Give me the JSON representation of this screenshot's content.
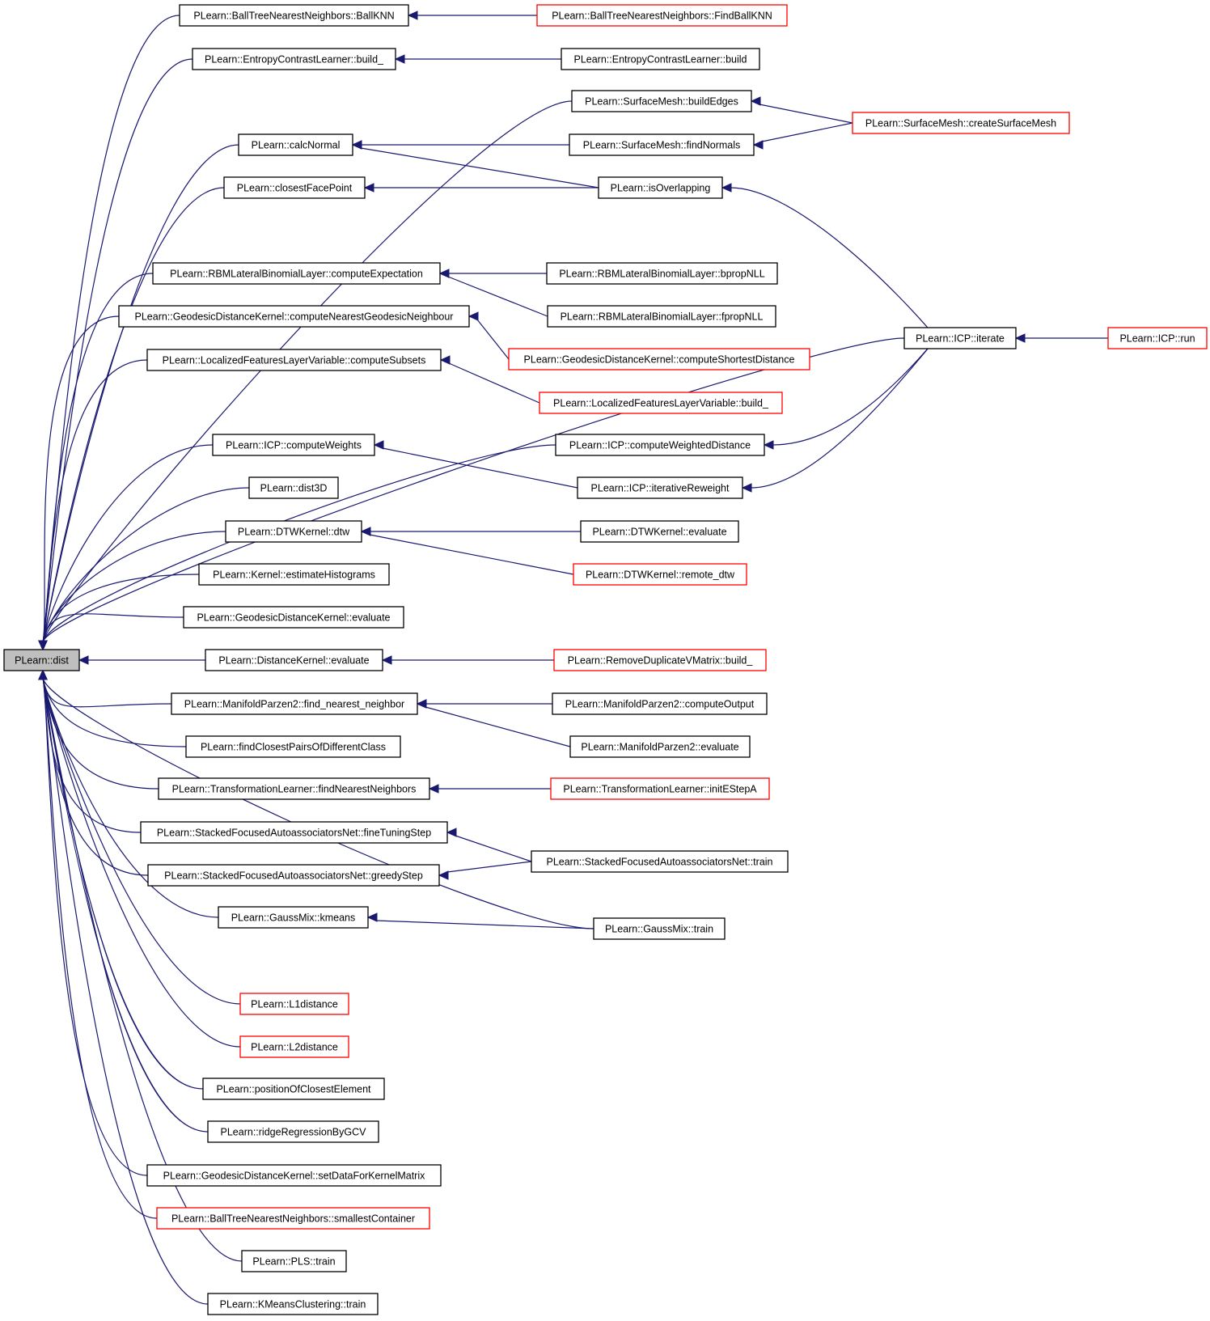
{
  "colors": {
    "edge": "#191970",
    "node_border": "#000000",
    "truncated_border": "#ff0000",
    "root_fill": "#bfbfbf"
  },
  "nodes": {
    "dist": {
      "label": "PLearn::dist"
    },
    "ballknn": {
      "label": "PLearn::BallTreeNearestNeighbors::BallKNN"
    },
    "findballknn": {
      "label": "PLearn::BallTreeNearestNeighbors::FindBallKNN",
      "truncated": true
    },
    "ecl_build_": {
      "label": "PLearn::EntropyContrastLearner::build_"
    },
    "ecl_build": {
      "label": "PLearn::EntropyContrastLearner::build"
    },
    "buildedges": {
      "label": "PLearn::SurfaceMesh::buildEdges"
    },
    "createsurfacemesh": {
      "label": "PLearn::SurfaceMesh::createSurfaceMesh",
      "truncated": true
    },
    "calcnormal": {
      "label": "PLearn::calcNormal"
    },
    "findnormals": {
      "label": "PLearn::SurfaceMesh::findNormals"
    },
    "closestfacepoint": {
      "label": "PLearn::closestFacePoint"
    },
    "isoverlapping": {
      "label": "PLearn::isOverlapping"
    },
    "computeexpectation": {
      "label": "PLearn::RBMLateralBinomialLayer::computeExpectation"
    },
    "bpropnll": {
      "label": "PLearn::RBMLateralBinomialLayer::bpropNLL"
    },
    "fpropnll": {
      "label": "PLearn::RBMLateralBinomialLayer::fpropNLL"
    },
    "computenearestgeo": {
      "label": "PLearn::GeodesicDistanceKernel::computeNearestGeodesicNeighbour"
    },
    "computeshortest": {
      "label": "PLearn::GeodesicDistanceKernel::computeShortestDistance",
      "truncated": true
    },
    "icp_iterate": {
      "label": "PLearn::ICP::iterate"
    },
    "icp_run": {
      "label": "PLearn::ICP::run",
      "truncated": true
    },
    "computesubsets": {
      "label": "PLearn::LocalizedFeaturesLayerVariable::computeSubsets"
    },
    "lflv_build_": {
      "label": "PLearn::LocalizedFeaturesLayerVariable::build_",
      "truncated": true
    },
    "computeweighteddistance": {
      "label": "PLearn::ICP::computeWeightedDistance"
    },
    "computeweights": {
      "label": "PLearn::ICP::computeWeights"
    },
    "iterativereweight": {
      "label": "PLearn::ICP::iterativeReweight"
    },
    "dist3d": {
      "label": "PLearn::dist3D"
    },
    "dtw": {
      "label": "PLearn::DTWKernel::dtw"
    },
    "dtw_evaluate": {
      "label": "PLearn::DTWKernel::evaluate"
    },
    "remote_dtw": {
      "label": "PLearn::DTWKernel::remote_dtw",
      "truncated": true
    },
    "estimatehistograms": {
      "label": "PLearn::Kernel::estimateHistograms"
    },
    "gdk_evaluate": {
      "label": "PLearn::GeodesicDistanceKernel::evaluate"
    },
    "dk_evaluate": {
      "label": "PLearn::DistanceKernel::evaluate"
    },
    "rdvm_build_": {
      "label": "PLearn::RemoveDuplicateVMatrix::build_",
      "truncated": true
    },
    "findnearestneighbor": {
      "label": "PLearn::ManifoldParzen2::find_nearest_neighbor"
    },
    "mp2_computeoutput": {
      "label": "PLearn::ManifoldParzen2::computeOutput"
    },
    "mp2_evaluate": {
      "label": "PLearn::ManifoldParzen2::evaluate"
    },
    "findclosestpairs": {
      "label": "PLearn::findClosestPairsOfDifferentClass"
    },
    "tl_findnearest": {
      "label": "PLearn::TransformationLearner::findNearestNeighbors"
    },
    "tl_initestepa": {
      "label": "PLearn::TransformationLearner::initEStepA",
      "truncated": true
    },
    "sfan_finetuning": {
      "label": "PLearn::StackedFocusedAutoassociatorsNet::fineTuningStep"
    },
    "sfan_train": {
      "label": "PLearn::StackedFocusedAutoassociatorsNet::train"
    },
    "sfan_greedy": {
      "label": "PLearn::StackedFocusedAutoassociatorsNet::greedyStep"
    },
    "gm_kmeans": {
      "label": "PLearn::GaussMix::kmeans"
    },
    "gm_train": {
      "label": "PLearn::GaussMix::train"
    },
    "l1distance": {
      "label": "PLearn::L1distance",
      "truncated": true
    },
    "l2distance": {
      "label": "PLearn::L2distance",
      "truncated": true
    },
    "positionofclosest": {
      "label": "PLearn::positionOfClosestElement"
    },
    "ridgeregression": {
      "label": "PLearn::ridgeRegressionByGCV"
    },
    "setdataforkernel": {
      "label": "PLearn::GeodesicDistanceKernel::setDataForKernelMatrix"
    },
    "smallestcontainer": {
      "label": "PLearn::BallTreeNearestNeighbors::smallestContainer",
      "truncated": true
    },
    "pls_train": {
      "label": "PLearn::PLS::train"
    },
    "kmc_train": {
      "label": "PLearn::KMeansClustering::train"
    }
  },
  "edges": [
    [
      "ballknn",
      "dist"
    ],
    [
      "ecl_build_",
      "dist"
    ],
    [
      "buildedges",
      "dist"
    ],
    [
      "calcnormal",
      "dist"
    ],
    [
      "closestfacepoint",
      "dist"
    ],
    [
      "icp_iterate",
      "dist"
    ],
    [
      "computeexpectation",
      "dist"
    ],
    [
      "computenearestgeo",
      "dist"
    ],
    [
      "computesubsets",
      "dist"
    ],
    [
      "computeweighteddistance",
      "dist"
    ],
    [
      "computeweights",
      "dist"
    ],
    [
      "dist3d",
      "dist"
    ],
    [
      "dtw",
      "dist"
    ],
    [
      "estimatehistograms",
      "dist"
    ],
    [
      "gdk_evaluate",
      "dist"
    ],
    [
      "dk_evaluate",
      "dist"
    ],
    [
      "findnearestneighbor",
      "dist"
    ],
    [
      "findclosestpairs",
      "dist"
    ],
    [
      "tl_findnearest",
      "dist"
    ],
    [
      "sfan_finetuning",
      "dist"
    ],
    [
      "sfan_greedy",
      "dist"
    ],
    [
      "gm_kmeans",
      "dist"
    ],
    [
      "gm_train",
      "dist"
    ],
    [
      "l1distance",
      "dist"
    ],
    [
      "l2distance",
      "dist"
    ],
    [
      "positionofclosest",
      "dist"
    ],
    [
      "ridgeregression",
      "dist"
    ],
    [
      "setdataforkernel",
      "dist"
    ],
    [
      "smallestcontainer",
      "dist"
    ],
    [
      "pls_train",
      "dist"
    ],
    [
      "kmc_train",
      "dist"
    ],
    [
      "findballknn",
      "ballknn"
    ],
    [
      "ecl_build",
      "ecl_build_"
    ],
    [
      "createsurfacemesh",
      "buildedges"
    ],
    [
      "createsurfacemesh",
      "findnormals"
    ],
    [
      "findnormals",
      "calcnormal"
    ],
    [
      "isoverlapping",
      "calcnormal"
    ],
    [
      "isoverlapping",
      "closestfacepoint"
    ],
    [
      "icp_iterate",
      "isoverlapping"
    ],
    [
      "bpropnll",
      "computeexpectation"
    ],
    [
      "fpropnll",
      "computeexpectation"
    ],
    [
      "computeshortest",
      "computenearestgeo"
    ],
    [
      "lflv_build_",
      "computesubsets"
    ],
    [
      "icp_iterate",
      "computeweighteddistance"
    ],
    [
      "iterativereweight",
      "computeweights"
    ],
    [
      "icp_iterate",
      "iterativereweight"
    ],
    [
      "icp_run",
      "icp_iterate"
    ],
    [
      "dtw_evaluate",
      "dtw"
    ],
    [
      "remote_dtw",
      "dtw"
    ],
    [
      "rdvm_build_",
      "dk_evaluate"
    ],
    [
      "mp2_computeoutput",
      "findnearestneighbor"
    ],
    [
      "mp2_evaluate",
      "findnearestneighbor"
    ],
    [
      "tl_initestepa",
      "tl_findnearest"
    ],
    [
      "sfan_train",
      "sfan_finetuning"
    ],
    [
      "sfan_train",
      "sfan_greedy"
    ],
    [
      "gm_train",
      "gm_kmeans"
    ]
  ]
}
